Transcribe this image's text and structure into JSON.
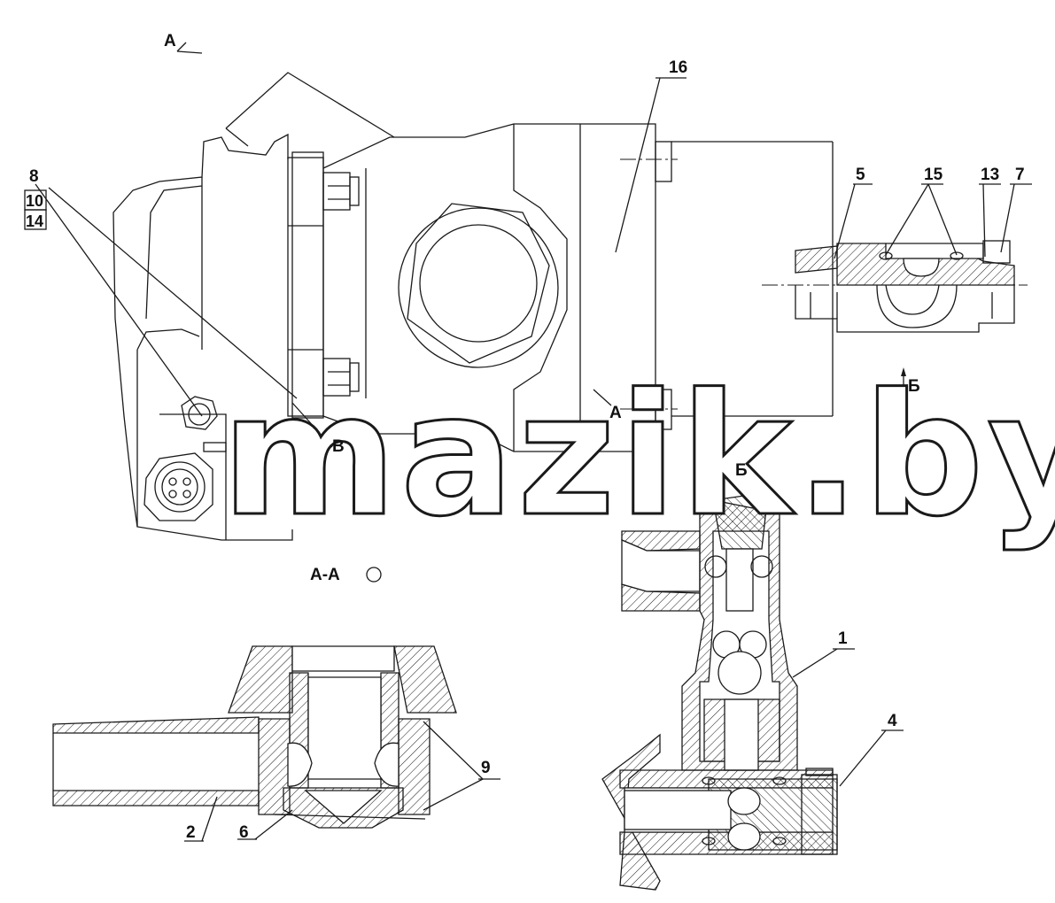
{
  "callouts": {
    "c16": "16",
    "c8": "8",
    "c10": "10",
    "c14": "14",
    "c5": "5",
    "c15": "15",
    "c13": "13",
    "c7": "7",
    "c1": "1",
    "c4": "4",
    "c9": "9",
    "c2": "2",
    "c6": "6"
  },
  "section_marks": {
    "a_top": "А",
    "a_mid": "А",
    "b_cyr_right": "Б",
    "b_cyr_view": "Б",
    "v_cyr": "В",
    "section_aa": "А-А"
  },
  "watermark": "mazik.by"
}
